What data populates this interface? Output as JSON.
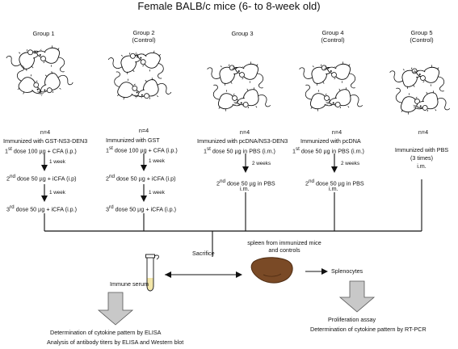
{
  "title": "Female BALB/c mice (6- to 8-week old)",
  "groups": [
    {
      "label": "Group 1",
      "control": "",
      "n": "n=4",
      "steps": [
        {
          "pre": "Immunized with GST-NS3-DEN3",
          "sup": "",
          "post": ""
        },
        {
          "pre": "1",
          "sup": "st",
          "post": " dose 100 µg + CFA (i.p.)"
        },
        {
          "pre": "2",
          "sup": "nd",
          "post": " dose 50 µg + iCFA (i.p)"
        },
        {
          "pre": "3",
          "sup": "rd",
          "post": " dose  50 µg + iCFA (i.p.)"
        }
      ],
      "intervals": [
        "1 week",
        "1 week"
      ]
    },
    {
      "label": "Group 2",
      "control": "(Control)",
      "n": "n=4",
      "steps": [
        {
          "pre": "Immunized with GST",
          "sup": "",
          "post": ""
        },
        {
          "pre": "1",
          "sup": "st",
          "post": " dose 100 µg + CFA (i.p.)"
        },
        {
          "pre": "2",
          "sup": "nd",
          "post": " dose 50 µg + iCFA (i.p)"
        },
        {
          "pre": "3",
          "sup": "rd",
          "post": " dose  50 µg + iCFA (i.p.)"
        }
      ],
      "intervals": [
        "1 week",
        "1 week"
      ]
    },
    {
      "label": "Group 3",
      "control": "",
      "n": "n=4",
      "steps": [
        {
          "pre": "Immunized with pcDNA/NS3-DEN3",
          "sup": "",
          "post": ""
        },
        {
          "pre": "1",
          "sup": "st",
          "post": " dose  50 µg in PBS (i.m.)"
        },
        {
          "pre": "2",
          "sup": "nd",
          "post": " dose 50 µg in PBS"
        },
        {
          "pre": "i.m.",
          "sup": "",
          "post": ""
        }
      ],
      "intervals": [
        "2 weeks"
      ]
    },
    {
      "label": "Group 4",
      "control": "(Control)",
      "n": "n=4",
      "steps": [
        {
          "pre": "Immunized with pcDNA",
          "sup": "",
          "post": ""
        },
        {
          "pre": "1",
          "sup": "st",
          "post": " dose  50 µg in PBS (i.m.)"
        },
        {
          "pre": "2",
          "sup": "nd",
          "post": " dose 50 µg in PBS"
        },
        {
          "pre": "i.m.",
          "sup": "",
          "post": ""
        }
      ],
      "intervals": [
        "2 weeks"
      ]
    },
    {
      "label": "Group 5",
      "control": "(Control)",
      "n": "n=4",
      "steps": [
        {
          "pre": "Immunized with PBS",
          "sup": "",
          "post": ""
        },
        {
          "pre": "(3 times)",
          "sup": "",
          "post": ""
        },
        {
          "pre": "i.m.",
          "sup": "",
          "post": ""
        }
      ],
      "intervals": []
    }
  ],
  "sacrifice": "Sacrifice",
  "immune_serum": "Immune serum",
  "spleen": [
    "spleen from immunized mice",
    "and controls"
  ],
  "splenocytes": "Splenocytes",
  "serum_results": [
    "Determination of cytokine pattern by ELISA",
    "Analysis of antibody titers by ELISA and Western blot"
  ],
  "spleen_results": [
    "Proliferation assay",
    "Determination of cytokine pattern by RT-PCR"
  ],
  "colors": {
    "line": "#111111",
    "big_arrow_fill": "#c8c8c8",
    "spleen": "#7a4a26",
    "spleen_dark": "#4e2c12",
    "serum": "#f3e6a8"
  },
  "icons": [
    "mouse-icon",
    "tube-icon",
    "spleen-icon",
    "block-arrow-icon"
  ]
}
